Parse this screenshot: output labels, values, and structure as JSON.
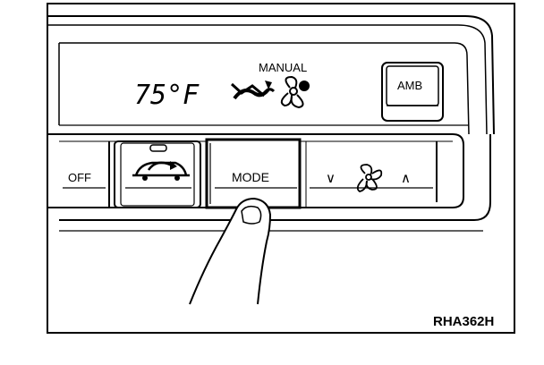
{
  "display": {
    "temperature": "75°F",
    "mode_indicator": "MANUAL",
    "airflow_icon": "airflow-to-feet-icon",
    "fan_icon": "fan-icon"
  },
  "buttons": {
    "amb": "AMB",
    "off": "OFF",
    "recirc_icon": "recirculation-car-icon",
    "mode": "MODE",
    "fan_down": "∨",
    "fan_up": "∧"
  },
  "figure_code": "RHA362H",
  "colors": {
    "line": "#000000",
    "background": "#ffffff"
  }
}
